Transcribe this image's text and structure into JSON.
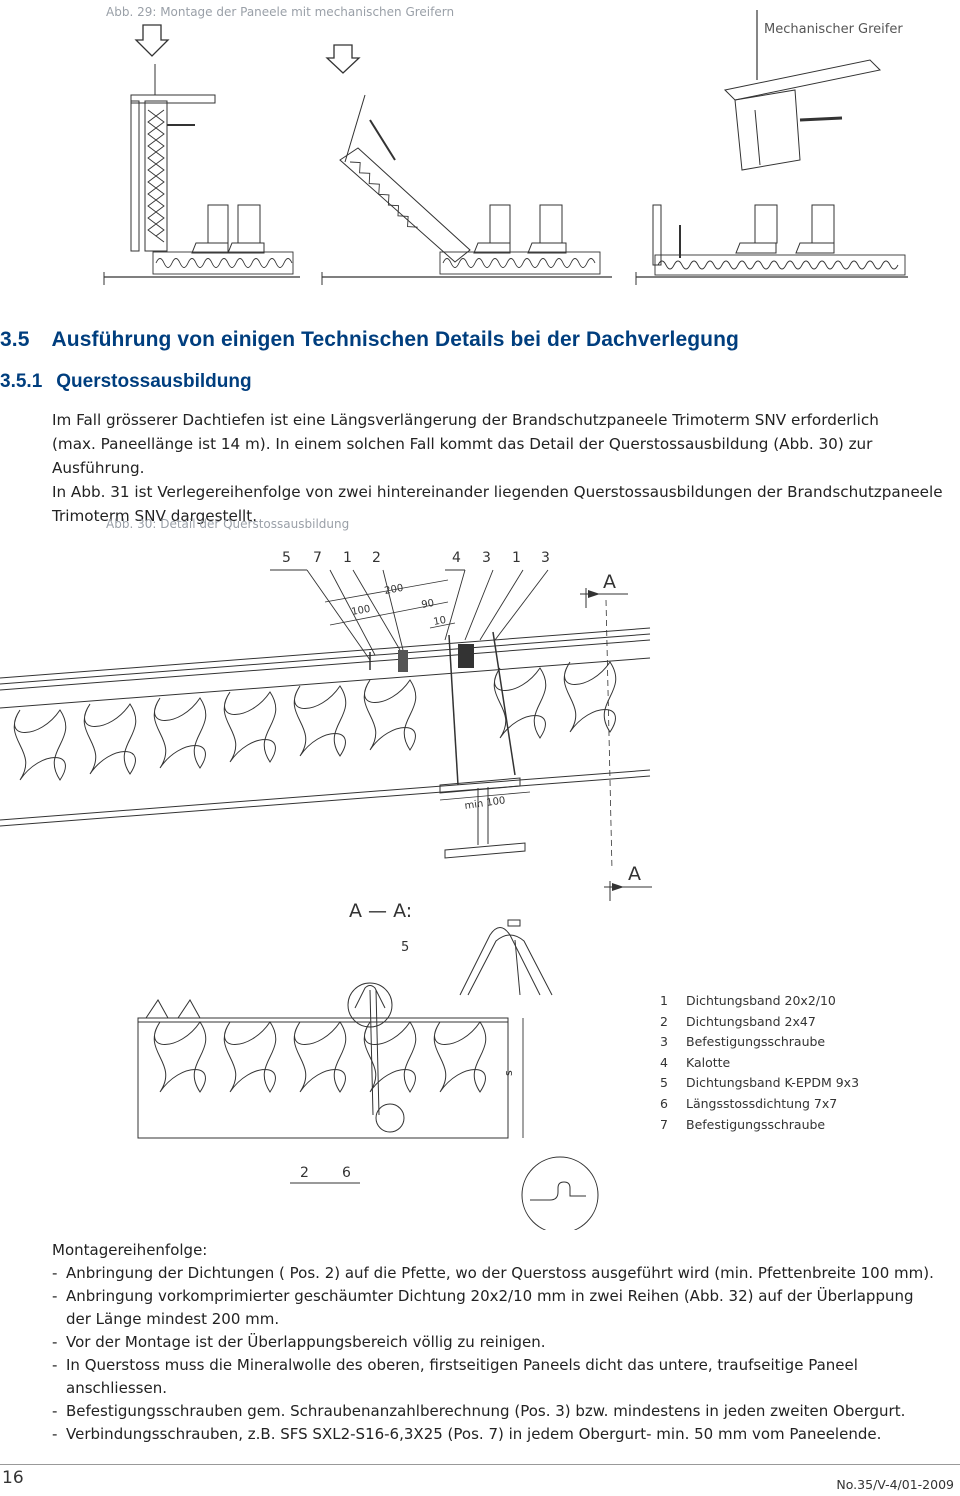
{
  "figure29": {
    "caption": "Abb. 29: Montage der Paneele mit mechanischen Greifern",
    "greifer_label": "Mechanischer Greifer"
  },
  "section": {
    "number": "3.5",
    "title": "Ausführung von einigen Technischen Details bei der Dachverlegung"
  },
  "subsection": {
    "number": "3.5.1",
    "title": "Querstossausbildung"
  },
  "intro": {
    "lines": [
      "Im Fall grösserer Dachtiefen ist eine Längsverlängerung der Brandschutzpaneele Trimoterm SNV erforderlich",
      "(max. Paneellänge ist 14 m). In einem solchen Fall kommt das Detail der Querstossausbildung (Abb. 30) zur Ausführung.",
      "In Abb. 31 ist Verlegereihenfolge von zwei hintereinander liegenden Querstossausbildungen der Brandschutzpaneele",
      "Trimoterm SNV dargestellt."
    ]
  },
  "figure30": {
    "caption": "Abb. 30: Detail der Querstossausbildung",
    "callouts": [
      "5",
      "7",
      "1",
      "2",
      "4",
      "3",
      "1",
      "3"
    ],
    "dims": {
      "d200": "200",
      "d100": "100",
      "d90": "90",
      "d10": "10",
      "min100": "min 100"
    },
    "section_mark": "A",
    "section_title": "A — A:",
    "section_callout_5": "5",
    "section_callout_2": "2",
    "section_callout_6": "6",
    "s_label": "s"
  },
  "legend": [
    {
      "num": "1",
      "text": "Dichtungsband 20x2/10"
    },
    {
      "num": "2",
      "text": "Dichtungsband 2x47"
    },
    {
      "num": "3",
      "text": "Befestigungsschraube"
    },
    {
      "num": "4",
      "text": "Kalotte"
    },
    {
      "num": "5",
      "text": "Dichtungsband K-EPDM 9x3"
    },
    {
      "num": "6",
      "text": "Längsstossdichtung 7x7"
    },
    {
      "num": "7",
      "text": "Befestigungsschraube"
    }
  ],
  "montage": {
    "heading": "Montagereihenfolge:",
    "steps": [
      [
        "Anbringung der Dichtungen ( Pos. 2) auf die Pfette, wo der Querstoss ausgeführt wird (min. Pfettenbreite 100 mm)."
      ],
      [
        "Anbringung vorkomprimierter geschäumter Dichtung 20x2/10 mm in zwei Reihen (Abb. 32) auf der Überlappung",
        "der Länge mindest 200 mm."
      ],
      [
        "Vor der Montage ist der Überlappungsbereich völlig zu reinigen."
      ],
      [
        "In Querstoss muss die Mineralwolle des oberen, firstseitigen Paneels dicht das untere, traufseitige Paneel",
        "anschliessen."
      ],
      [
        "Befestigungsschrauben gem. Schraubenanzahlberechnung (Pos. 3) bzw. mindestens in jeden zweiten Obergurt."
      ],
      [
        "Verbindungsschrauben, z.B. SFS SXL2-S16-6,3X25 (Pos. 7) in jedem Obergurt- min. 50 mm vom Paneelende."
      ]
    ]
  },
  "footer": {
    "page": "16",
    "code": "No.35/V-4/01-2009"
  }
}
